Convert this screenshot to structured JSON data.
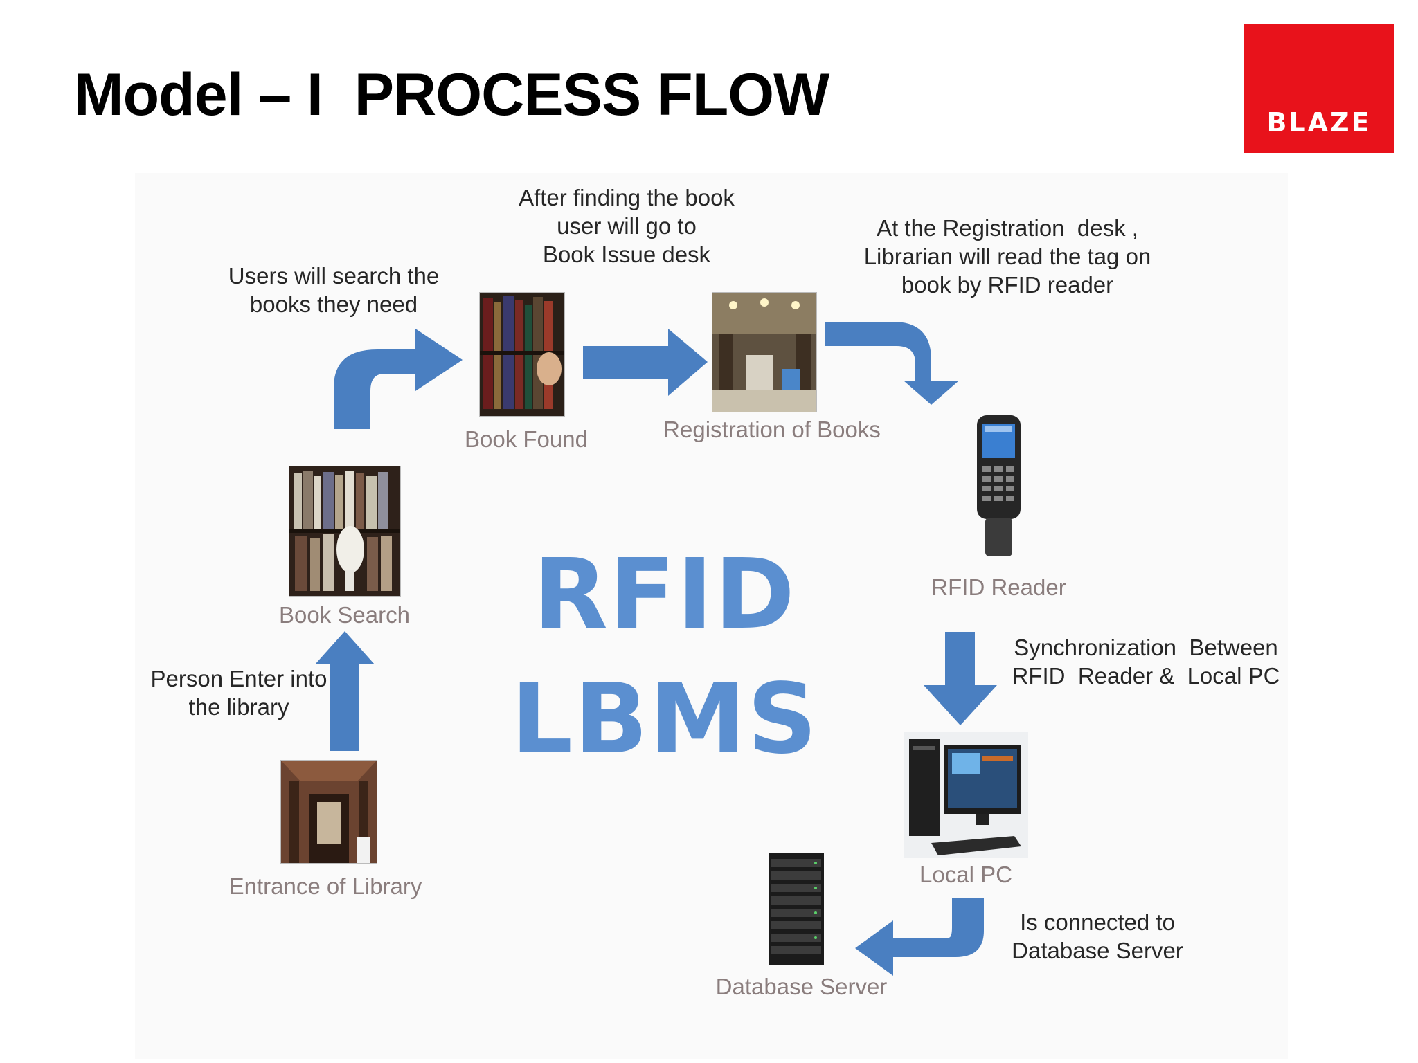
{
  "title": "Model – I  PROCESS FLOW",
  "logo": {
    "text": "BLAZE",
    "color": "#e8121b"
  },
  "center_text": {
    "line1": "RFID",
    "line2": "LBMS",
    "color": "#5b8fd0"
  },
  "arrow_color": "#4a7fc1",
  "notes": {
    "search": "Users will search the\nbooks they need",
    "issue": "After finding the book\nuser will go to\nBook Issue desk",
    "registration": "At the Registration  desk ,\nLibrarian will read the tag on\nbook by RFID reader",
    "sync": "Synchronization  Between\nRFID  Reader &  Local PC",
    "connected": "Is connected to\nDatabase Server",
    "enter": "Person Enter into\nthe library"
  },
  "steps": {
    "book_found": "Book Found",
    "registration": "Registration  of Books",
    "rfid_reader": "RFID Reader",
    "local_pc": "Local PC",
    "database_server": "Database Server",
    "entrance": "Entrance of Library",
    "book_search": "Book Search"
  }
}
